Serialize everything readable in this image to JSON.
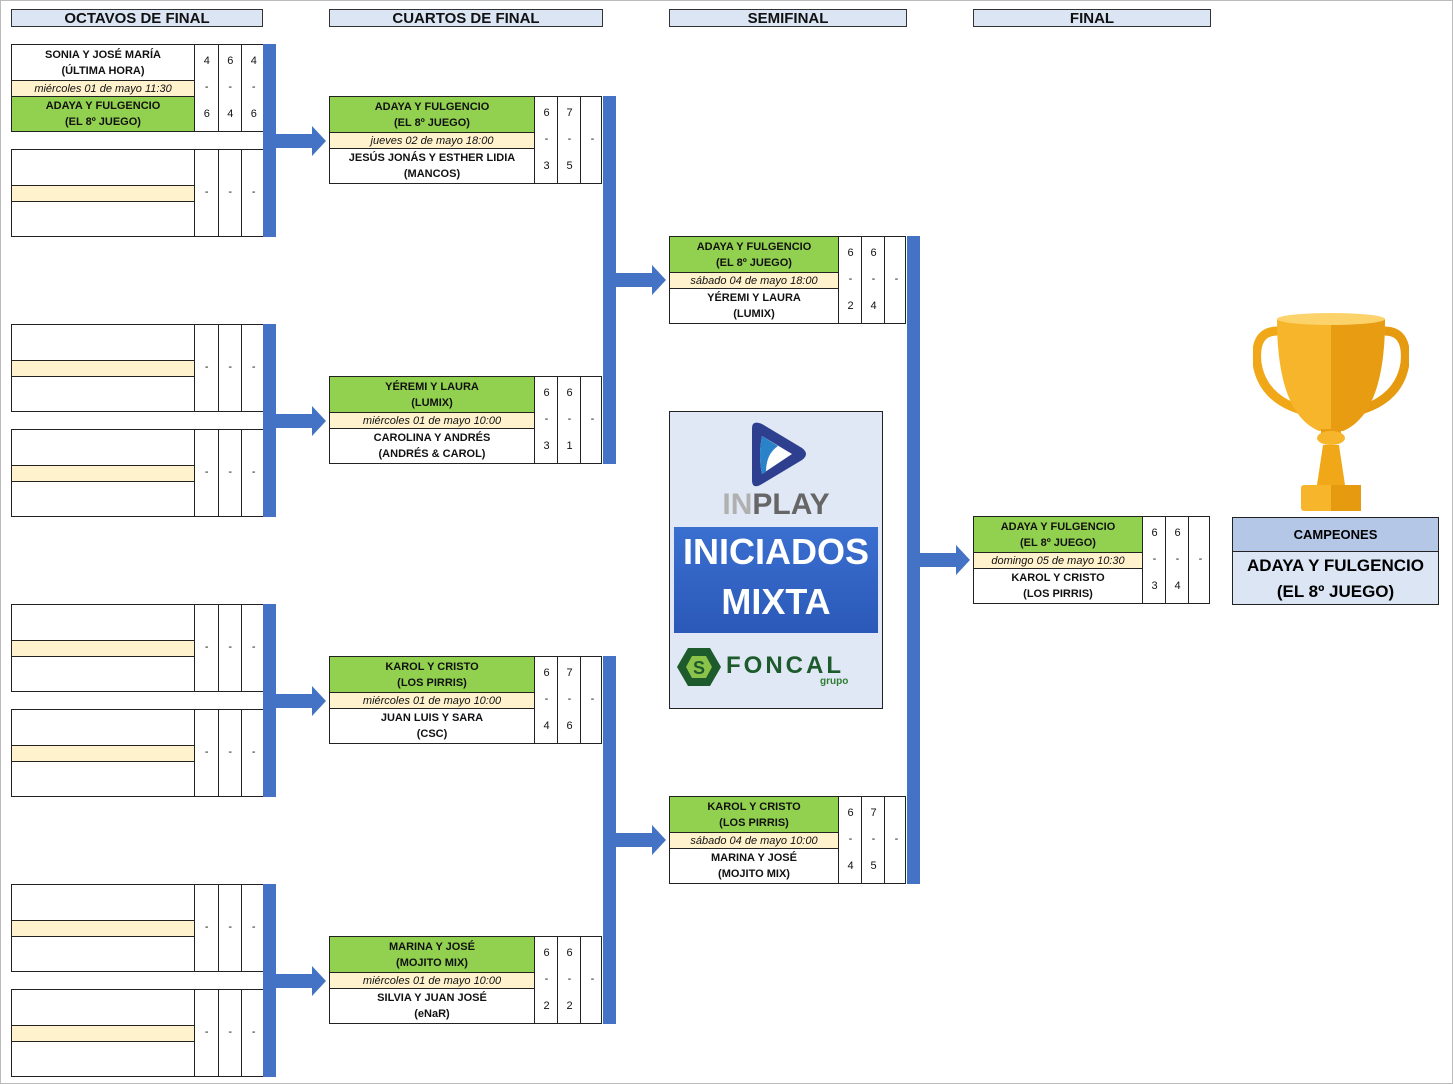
{
  "headers": {
    "r16": "OCTAVOS DE FINAL",
    "qf": "CUARTOS DE FINAL",
    "sf": "SEMIFINAL",
    "f": "FINAL"
  },
  "r16": [
    {
      "team1": "SONIA Y JOSÉ MARÍA",
      "team1_sub": "(ÚLTIMA HORA)",
      "date": "miércoles 01 de mayo 11:30",
      "team2": "ADAYA Y FULGENCIO",
      "team2_sub": "(EL 8º JUEGO)",
      "winner": 2,
      "s1": [
        "4",
        "6",
        "4"
      ],
      "mid": [
        "-",
        "-",
        "-"
      ],
      "s2": [
        "6",
        "4",
        "6"
      ]
    },
    {
      "team1": "",
      "team1_sub": "",
      "date": "",
      "team2": "",
      "team2_sub": "",
      "winner": 0,
      "s1": [
        "",
        "",
        ""
      ],
      "mid": [
        "-",
        "-",
        "-"
      ],
      "s2": [
        "",
        "",
        ""
      ]
    },
    {
      "team1": "",
      "team1_sub": "",
      "date": "",
      "team2": "",
      "team2_sub": "",
      "winner": 0,
      "s1": [
        "",
        "",
        ""
      ],
      "mid": [
        "-",
        "-",
        "-"
      ],
      "s2": [
        "",
        "",
        ""
      ]
    },
    {
      "team1": "",
      "team1_sub": "",
      "date": "",
      "team2": "",
      "team2_sub": "",
      "winner": 0,
      "s1": [
        "",
        "",
        ""
      ],
      "mid": [
        "-",
        "-",
        "-"
      ],
      "s2": [
        "",
        "",
        ""
      ]
    },
    {
      "team1": "",
      "team1_sub": "",
      "date": "",
      "team2": "",
      "team2_sub": "",
      "winner": 0,
      "s1": [
        "",
        "",
        ""
      ],
      "mid": [
        "-",
        "-",
        "-"
      ],
      "s2": [
        "",
        "",
        ""
      ]
    },
    {
      "team1": "",
      "team1_sub": "",
      "date": "",
      "team2": "",
      "team2_sub": "",
      "winner": 0,
      "s1": [
        "",
        "",
        ""
      ],
      "mid": [
        "-",
        "-",
        "-"
      ],
      "s2": [
        "",
        "",
        ""
      ]
    },
    {
      "team1": "",
      "team1_sub": "",
      "date": "",
      "team2": "",
      "team2_sub": "",
      "winner": 0,
      "s1": [
        "",
        "",
        ""
      ],
      "mid": [
        "-",
        "-",
        "-"
      ],
      "s2": [
        "",
        "",
        ""
      ]
    },
    {
      "team1": "",
      "team1_sub": "",
      "date": "",
      "team2": "",
      "team2_sub": "",
      "winner": 0,
      "s1": [
        "",
        "",
        ""
      ],
      "mid": [
        "-",
        "-",
        "-"
      ],
      "s2": [
        "",
        "",
        ""
      ]
    }
  ],
  "qf": [
    {
      "team1": "ADAYA Y FULGENCIO",
      "team1_sub": "(EL 8º JUEGO)",
      "date": "jueves 02 de mayo 18:00",
      "team2": "JESÚS JONÁS Y ESTHER LIDIA",
      "team2_sub": "(MANCOS)",
      "winner": 1,
      "s1": [
        "6",
        "7",
        ""
      ],
      "mid": [
        "-",
        "-",
        "-"
      ],
      "s2": [
        "3",
        "5",
        ""
      ]
    },
    {
      "team1": "YÉREMI Y LAURA",
      "team1_sub": "(LUMIX)",
      "date": "miércoles 01 de mayo 10:00",
      "team2": "CAROLINA Y ANDRÉS",
      "team2_sub": "(ANDRÉS & CAROL)",
      "winner": 1,
      "s1": [
        "6",
        "6",
        ""
      ],
      "mid": [
        "-",
        "-",
        "-"
      ],
      "s2": [
        "3",
        "1",
        ""
      ]
    },
    {
      "team1": "KAROL Y CRISTO",
      "team1_sub": "(LOS PIRRIS)",
      "date": "miércoles 01 de mayo 10:00",
      "team2": "JUAN LUIS Y SARA",
      "team2_sub": "(CSC)",
      "winner": 1,
      "s1": [
        "6",
        "7",
        ""
      ],
      "mid": [
        "-",
        "-",
        "-"
      ],
      "s2": [
        "4",
        "6",
        ""
      ]
    },
    {
      "team1": "MARINA Y JOSÉ",
      "team1_sub": "(MOJITO MIX)",
      "date": "miércoles 01 de mayo 10:00",
      "team2": "SILVIA Y JUAN JOSÉ",
      "team2_sub": "(eNaR)",
      "winner": 1,
      "s1": [
        "6",
        "6",
        ""
      ],
      "mid": [
        "-",
        "-",
        "-"
      ],
      "s2": [
        "2",
        "2",
        ""
      ]
    }
  ],
  "sf": [
    {
      "team1": "ADAYA Y FULGENCIO",
      "team1_sub": "(EL 8º JUEGO)",
      "date": "sábado 04 de mayo 18:00",
      "team2": "YÉREMI Y LAURA",
      "team2_sub": "(LUMIX)",
      "winner": 1,
      "s1": [
        "6",
        "6",
        ""
      ],
      "mid": [
        "-",
        "-",
        "-"
      ],
      "s2": [
        "2",
        "4",
        ""
      ]
    },
    {
      "team1": "KAROL Y CRISTO",
      "team1_sub": "(LOS PIRRIS)",
      "date": "sábado 04 de mayo 10:00",
      "team2": "MARINA Y JOSÉ",
      "team2_sub": "(MOJITO MIX)",
      "winner": 1,
      "s1": [
        "6",
        "7",
        ""
      ],
      "mid": [
        "-",
        "-",
        "-"
      ],
      "s2": [
        "4",
        "5",
        ""
      ]
    }
  ],
  "f": [
    {
      "team1": "ADAYA Y FULGENCIO",
      "team1_sub": "(EL 8º JUEGO)",
      "date": "domingo 05 de mayo 10:30",
      "team2": "KAROL Y CRISTO",
      "team2_sub": "(LOS PIRRIS)",
      "winner": 1,
      "s1": [
        "6",
        "6",
        ""
      ],
      "mid": [
        "-",
        "-",
        "-"
      ],
      "s2": [
        "3",
        "4",
        ""
      ]
    }
  ],
  "logo": {
    "inplay_in": "IN",
    "inplay_play": "PLAY",
    "category_line1": "INICIADOS",
    "category_line2": "MIXTA",
    "sponsor": "FONCAL",
    "sponsor_sub": "grupo"
  },
  "champions": {
    "label": "CAMPEONES",
    "name": "ADAYA Y FULGENCIO",
    "name_sub": "(EL 8º JUEGO)"
  },
  "colors": {
    "winner": "#92d050",
    "date": "#fff2cc",
    "connector": "#4472c4",
    "header": "#dbe5f4"
  }
}
